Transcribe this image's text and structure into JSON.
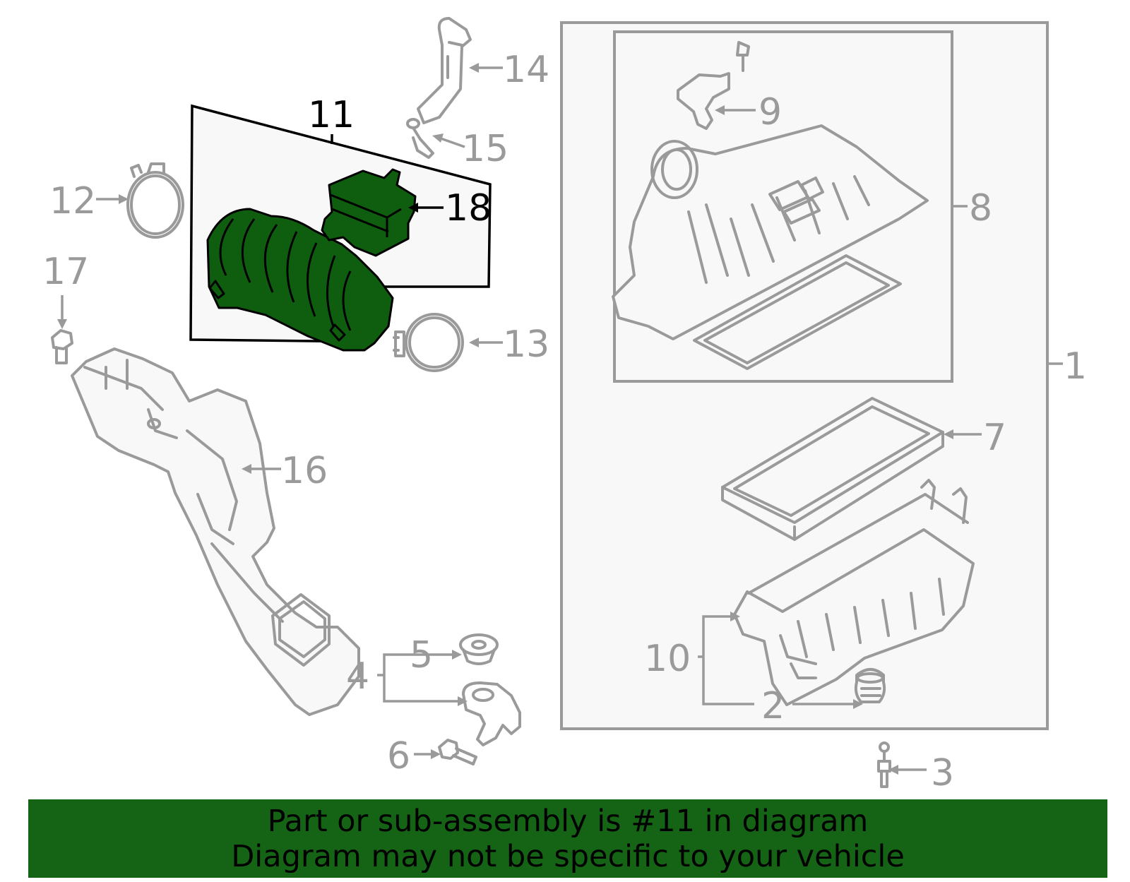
{
  "diagram": {
    "highlight_color": "#156315",
    "part_color": "#0f5e0f",
    "line_color": "#9a9a9a",
    "callouts": [
      {
        "id": "c1",
        "label": "1",
        "active": false
      },
      {
        "id": "c2",
        "label": "2",
        "active": false
      },
      {
        "id": "c3",
        "label": "3",
        "active": false
      },
      {
        "id": "c4",
        "label": "4",
        "active": false
      },
      {
        "id": "c5",
        "label": "5",
        "active": false
      },
      {
        "id": "c6",
        "label": "6",
        "active": false
      },
      {
        "id": "c7",
        "label": "7",
        "active": false
      },
      {
        "id": "c8",
        "label": "8",
        "active": false
      },
      {
        "id": "c9",
        "label": "9",
        "active": false
      },
      {
        "id": "c10",
        "label": "10",
        "active": false
      },
      {
        "id": "c11",
        "label": "11",
        "active": true
      },
      {
        "id": "c12",
        "label": "12",
        "active": false
      },
      {
        "id": "c13",
        "label": "13",
        "active": false
      },
      {
        "id": "c14",
        "label": "14",
        "active": false
      },
      {
        "id": "c15",
        "label": "15",
        "active": false
      },
      {
        "id": "c16",
        "label": "16",
        "active": false
      },
      {
        "id": "c17",
        "label": "17",
        "active": false
      },
      {
        "id": "c18",
        "label": "18",
        "active": true
      }
    ]
  },
  "banner": {
    "line1": "Part or sub-assembly is #11 in diagram",
    "line2": "Diagram may not be specific to your vehicle"
  }
}
